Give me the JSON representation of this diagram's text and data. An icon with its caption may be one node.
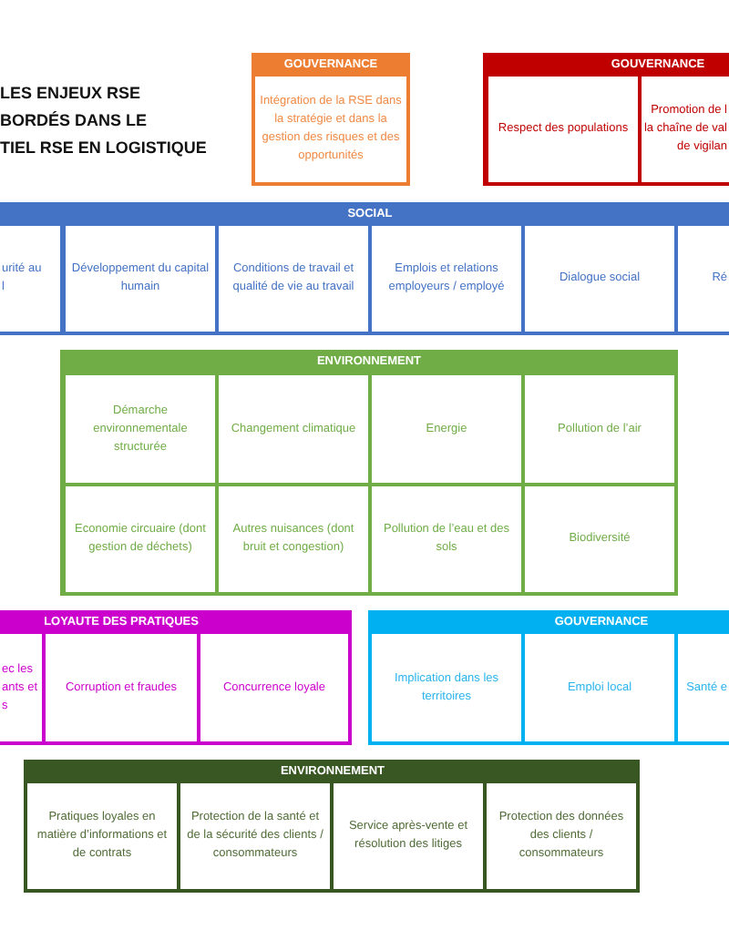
{
  "diagram": {
    "title": "LES ENJEUX RSE BORDÉS DANS LE TIEL RSE EN LOGISTIQUE",
    "nodes": [
      {
        "text": [
          "GOUVERNANCE"
        ]
      },
      {
        "text": [
          "Intégration de la RSE dans la stratégie et dans la gestion des risques et des opportunités"
        ],
        "in": 0
      },
      {
        "text": [
          "GOUVERNANCE"
        ]
      },
      {
        "text": [
          "Respect des populations"
        ],
        "in": 2
      },
      {
        "text": [
          "Promotion de l la chaîne de val de vigilan"
        ],
        "in": 2
      },
      {
        "text": [
          "SOCIAL"
        ]
      },
      {
        "text": [
          "urité au l"
        ],
        "in": 5
      },
      {
        "text": [
          "Développement du capital humain"
        ],
        "in": 5
      },
      {
        "text": [
          "Conditions de travail et qualité de vie au travail"
        ],
        "in": 5
      },
      {
        "text": [
          "Emplois et relations employeurs / employé"
        ],
        "in": 5
      },
      {
        "text": [
          "Dialogue social"
        ],
        "in": 5
      },
      {
        "text": [
          "Ré"
        ],
        "in": 5
      },
      {
        "text": [
          "ENVIRONNEMENT"
        ]
      },
      {
        "text": [
          "Démarche environnementale structurée"
        ],
        "in": 12
      },
      {
        "text": [
          "Changement climatique"
        ],
        "in": 12
      },
      {
        "text": [
          "Energie"
        ],
        "in": 12
      },
      {
        "text": [
          "Pollution de l’air"
        ],
        "in": 12
      },
      {
        "text": [
          "Economie circuaire (dont gestion de déchets)"
        ],
        "in": 12
      },
      {
        "text": [
          "Autres nuisances (dont bruit et congestion)"
        ],
        "in": 12
      },
      {
        "text": [
          "Pollution de l’eau et des sols"
        ],
        "in": 12
      },
      {
        "text": [
          "Biodiversité"
        ],
        "in": 12
      },
      {
        "text": [
          "LOYAUTE DES PRATIQUES"
        ]
      },
      {
        "text": [
          "ec les ants et s"
        ],
        "in": 21
      },
      {
        "text": [
          "Corruption et fraudes"
        ],
        "in": 21
      },
      {
        "text": [
          "Concurrence loyale"
        ],
        "in": 21
      },
      {
        "text": [
          "GOUVERNANCE"
        ]
      },
      {
        "text": [
          "Implication dans les territoires"
        ],
        "in": 25
      },
      {
        "text": [
          "Emploi local"
        ],
        "in": 25
      },
      {
        "text": [
          "Santé e"
        ],
        "in": 25
      },
      {
        "text": [
          "ENVIRONNEMENT"
        ]
      },
      {
        "text": [
          "Pratiques loyales en matière d’informations et de contrats"
        ],
        "in": 29
      },
      {
        "text": [
          "Protection de la santé et de la sécurité des clients / consommateurs"
        ],
        "in": 29
      },
      {
        "text": [
          "Service après-vente et résolution des litiges"
        ],
        "in": 29
      },
      {
        "text": [
          "Protection des données des clients / consommateurs"
        ],
        "in": 29
      }
    ]
  }
}
